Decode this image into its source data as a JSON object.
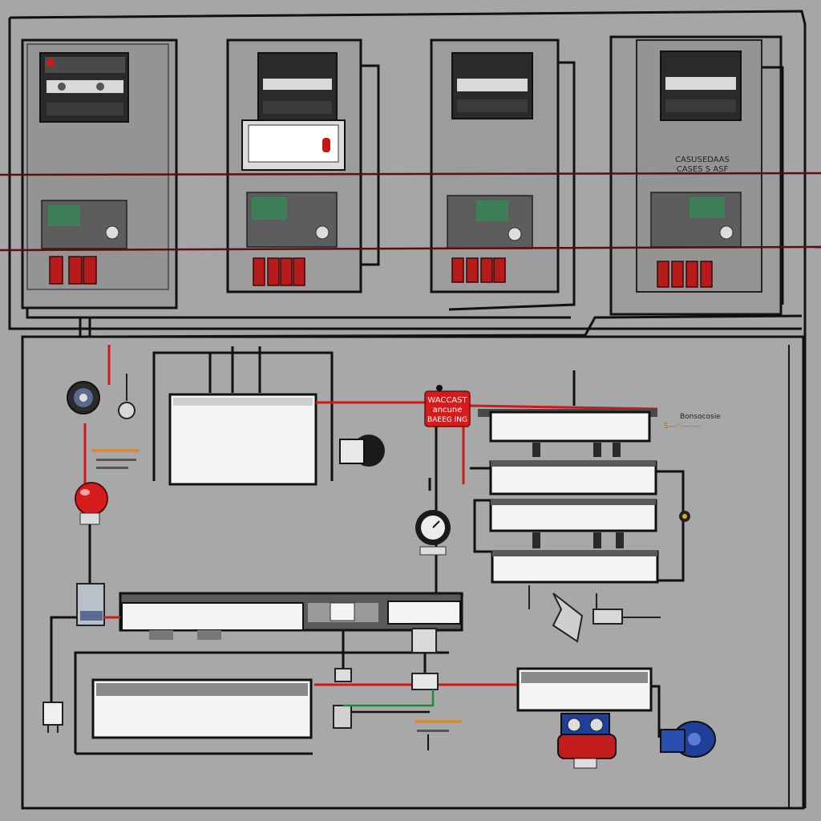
{
  "diagram": {
    "colors": {
      "background": "#a6a6a6",
      "panel_fill": "#9e9e9e",
      "wire_black": "#111111",
      "wire_red": "#d01818",
      "wire_green": "#1f8a3a",
      "device_white": "#f4f4f4",
      "display_dark": "#2a2a2a",
      "relay_red": "#b81b1b",
      "motor_blue": "#1f3f9a",
      "tag_red": "#d51c1c"
    },
    "top_units": [
      {
        "id": "unit-1",
        "text_lines": []
      },
      {
        "id": "unit-2",
        "text_lines": []
      },
      {
        "id": "unit-3",
        "text_lines": []
      },
      {
        "id": "unit-4",
        "text_lines": [
          "CASUSEDAAS",
          "CASES S ASF"
        ]
      }
    ],
    "warning_tag": {
      "lines": [
        "WACCAST",
        "ancune",
        "BAEEG ING"
      ]
    },
    "side_caption": {
      "lines": [
        "Bonsocosie",
        "S—·'·—·—·"
      ]
    },
    "icons": [
      "motor-icon",
      "gauge-icon",
      "pushbutton-icon",
      "plug-icon",
      "valve-icon",
      "relay-icon"
    ]
  }
}
